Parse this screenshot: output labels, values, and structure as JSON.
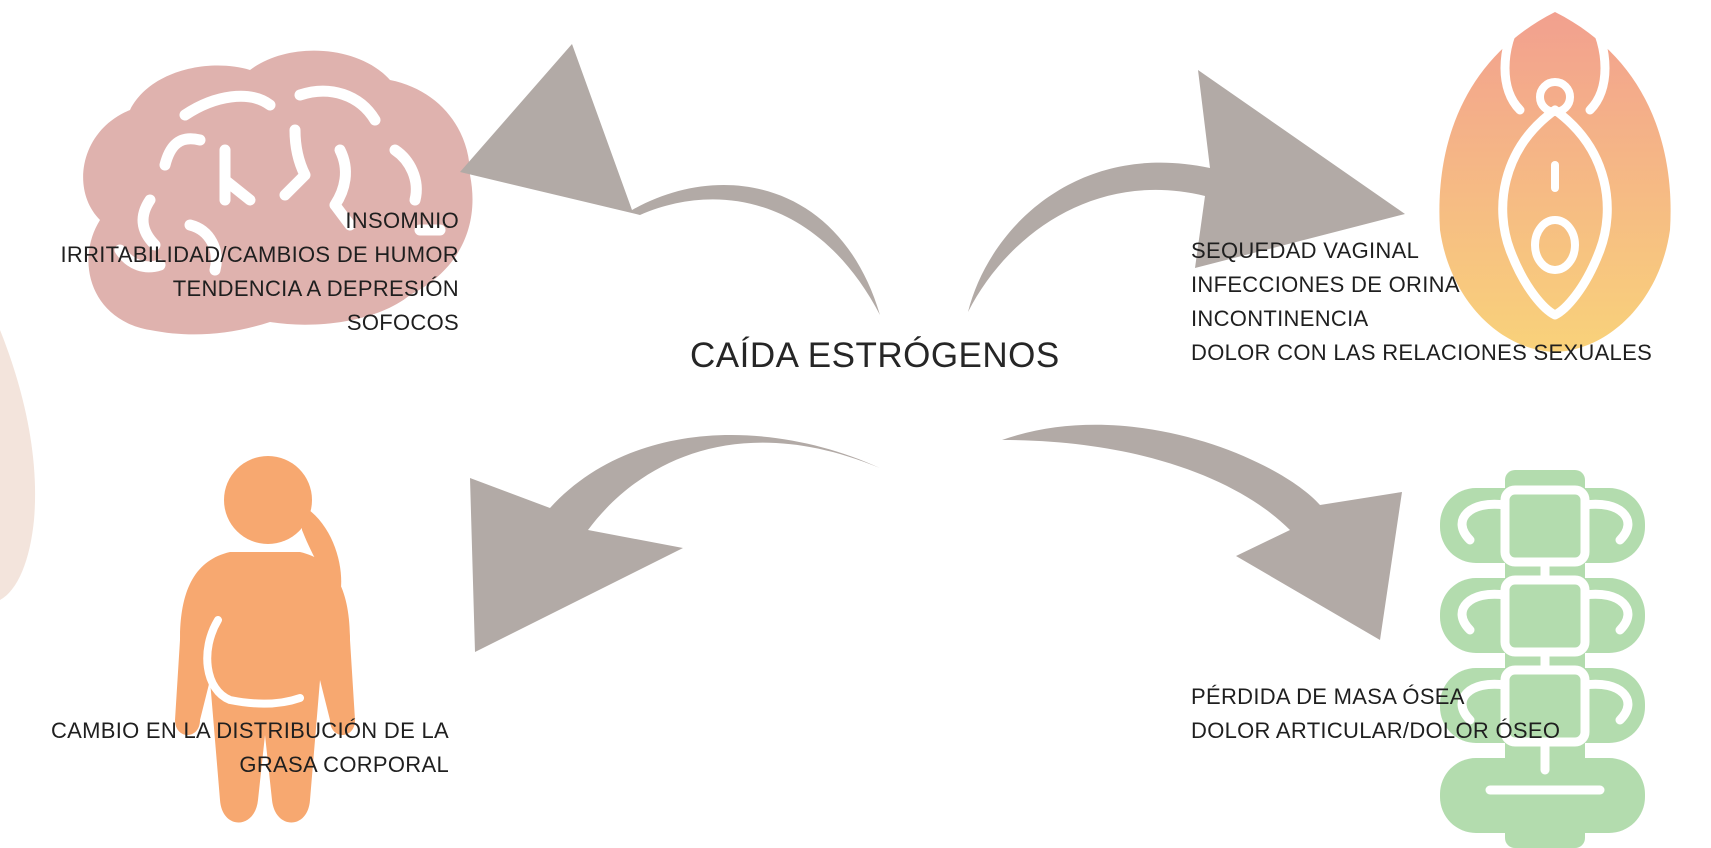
{
  "center": {
    "label": "CAÍDA ESTRÓGENOS"
  },
  "brain": {
    "icon": "brain-icon",
    "color": "#dfb2ae",
    "lines": [
      "INSOMNIO",
      "IRRITABILIDAD/CAMBIOS DE HUMOR",
      "TENDENCIA A DEPRESIÓN",
      "SOFOCOS"
    ]
  },
  "vagina": {
    "icon": "vulva-icon",
    "colors": [
      "#f2a391",
      "#f9cf7a"
    ],
    "lines": [
      "SEQUEDAD VAGINAL",
      "INFECCIONES DE ORINA",
      "INCONTINENCIA",
      "DOLOR CON LAS RELACIONES SEXUALES"
    ]
  },
  "body": {
    "icon": "woman-body-icon",
    "color": "#f7a870",
    "lines": [
      "CAMBIO EN LA DISTRIBUCIÓN DE LA",
      "GRASA CORPORAL"
    ]
  },
  "bone": {
    "icon": "spine-icon",
    "color": "#b3dcae",
    "lines": [
      "PÉRDIDA DE MASA ÓSEA",
      "DOLOR ARTICULAR/DOLOR ÓSEO"
    ]
  },
  "arrow_color": "#b2aaa6"
}
